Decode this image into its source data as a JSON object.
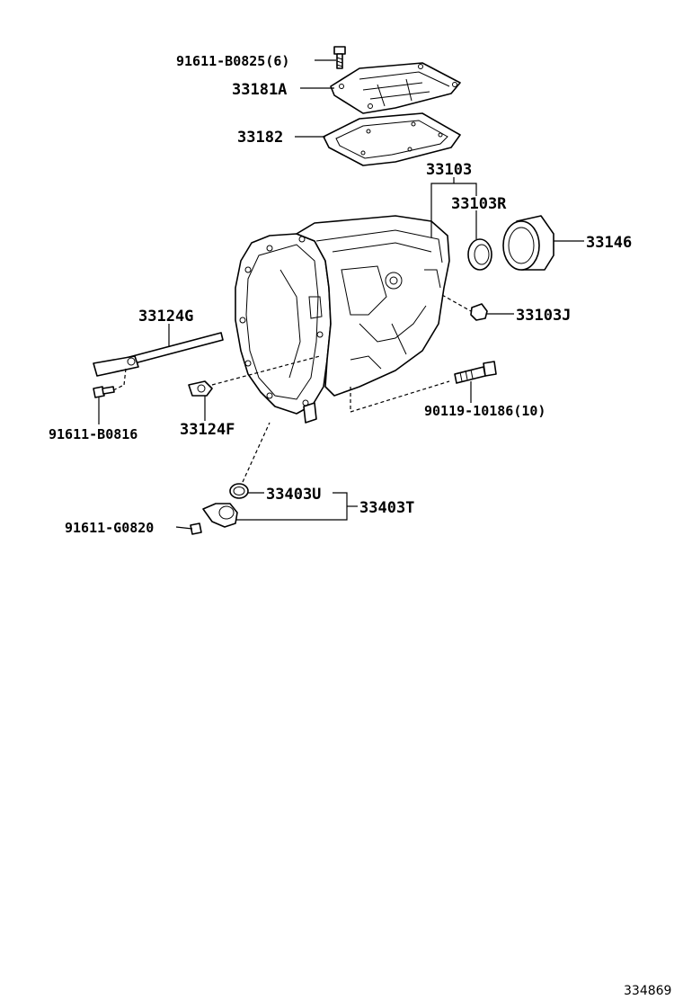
{
  "parts": {
    "bolt_top": "91611-B0825(6)",
    "cover": "33181A",
    "gasket": "33182",
    "case_assy": "33103",
    "seal": "33103R",
    "sleeve": "33146",
    "plug": "33103J",
    "rod": "33124G",
    "bolt_rod": "91611-B0816",
    "lever": "33124F",
    "stud_bolt": "90119-10186(10)",
    "o_ring": "33403U",
    "sensor_assy": "33403T",
    "bolt_sensor": "91611-G0820"
  },
  "diagram_id": "334869"
}
